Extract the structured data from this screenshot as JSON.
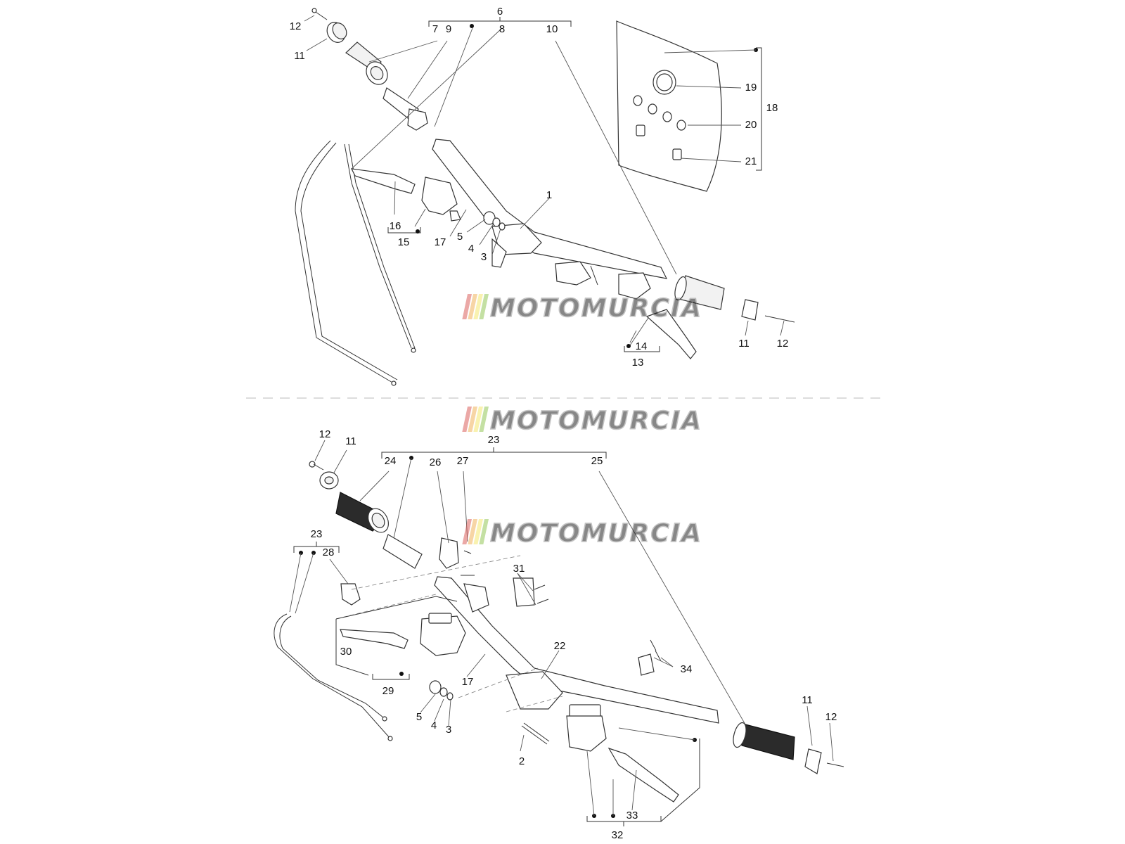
{
  "watermark": {
    "text": "MOTOMURCIA",
    "stripe_colors": [
      "#d9534f",
      "#f0ad4e",
      "#f5e663",
      "#8bc34a"
    ]
  },
  "labels": {
    "upper": {
      "l1": "1",
      "l3": "3",
      "l4": "4",
      "l5": "5",
      "l6": "6",
      "l7": "7",
      "l8": "8",
      "l9": "9",
      "l10": "10",
      "l11a": "11",
      "l11b": "11",
      "l12a": "12",
      "l12b": "12",
      "l13": "13",
      "l14": "14",
      "l15": "15",
      "l16": "16",
      "l17": "17",
      "l18": "18",
      "l19": "19",
      "l20": "20",
      "l21": "21"
    },
    "lower": {
      "l2": "2",
      "l3": "3",
      "l4": "4",
      "l5": "5",
      "l11a": "11",
      "l11b": "11",
      "l12a": "12",
      "l12b": "12",
      "l17": "17",
      "l22": "22",
      "l23a": "23",
      "l23b": "23",
      "l24": "24",
      "l25": "25",
      "l26": "26",
      "l27": "27",
      "l28": "28",
      "l29": "29",
      "l30": "30",
      "l31": "31",
      "l32": "32",
      "l33": "33",
      "l34": "34"
    }
  }
}
